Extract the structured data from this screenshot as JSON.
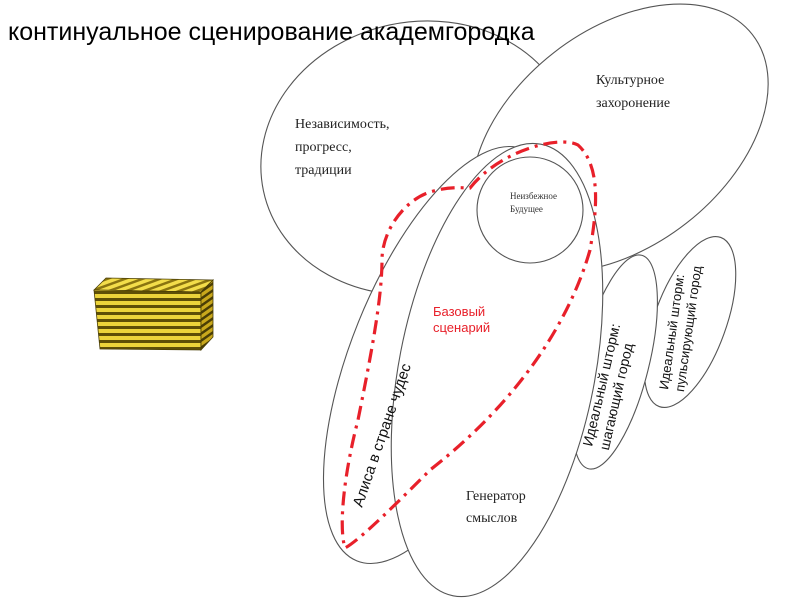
{
  "title": "континуальное сценирование академгородка",
  "regions": {
    "independence": [
      "Независимость,",
      "прогресс,",
      "традиции"
    ],
    "culture": [
      "Культурное",
      "захоронение"
    ],
    "inevitable": [
      "Неизбежное",
      "Будущее"
    ],
    "base": [
      "Базовый",
      "сценарий"
    ],
    "alice": "Алиса в стране чудес",
    "storm_walking": [
      "Идеальный шторм:",
      "шагающий город"
    ],
    "storm_pulsing": [
      "Идеальный шторм:",
      "пульсирующий город"
    ],
    "generator": [
      "Генератор",
      "смыслов"
    ]
  },
  "colors": {
    "outline": "#555555",
    "base_scenario": "#e8202a",
    "cube_gold": "#e6c62a",
    "cube_dark": "#6b5a08"
  },
  "icons": [
    "striped-cube-icon"
  ]
}
